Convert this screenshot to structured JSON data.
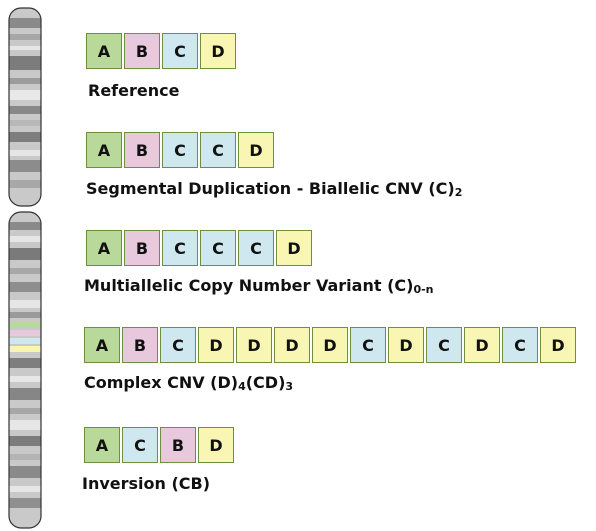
{
  "rows": [
    {
      "id": "reference",
      "boxes": [
        "A",
        "B",
        "C",
        "D"
      ],
      "label": "Reference",
      "sub": ""
    },
    {
      "id": "segdup",
      "boxes": [
        "A",
        "B",
        "C",
        "C",
        "D"
      ],
      "label": "Segmental Duplication - Biallelic CNV (C)",
      "sub": "2"
    },
    {
      "id": "multiallelic",
      "boxes": [
        "A",
        "B",
        "C",
        "C",
        "C",
        "D"
      ],
      "label": "Multiallelic Copy Number Variant (C)",
      "sub": "0-n"
    },
    {
      "id": "complex",
      "boxes": [
        "A",
        "B",
        "C",
        "D",
        "D",
        "D",
        "D",
        "C",
        "D",
        "C",
        "D",
        "C",
        "D"
      ],
      "label": "Complex CNV (D)",
      "sub": "4",
      "label2": "(CD)",
      "sub2": "3"
    },
    {
      "id": "inversion",
      "boxes": [
        "A",
        "C",
        "B",
        "D"
      ],
      "label": "Inversion (CB)",
      "sub": ""
    }
  ],
  "colors": {
    "A": "#b8d99a",
    "B": "#e8c8dd",
    "C": "#cfe7ef",
    "D": "#f9f6b4",
    "box_border": "#6e8f3c",
    "chromosome_band_dark": "#7a7a7a",
    "chromosome_band_mid": "#b0b0b0"
  }
}
